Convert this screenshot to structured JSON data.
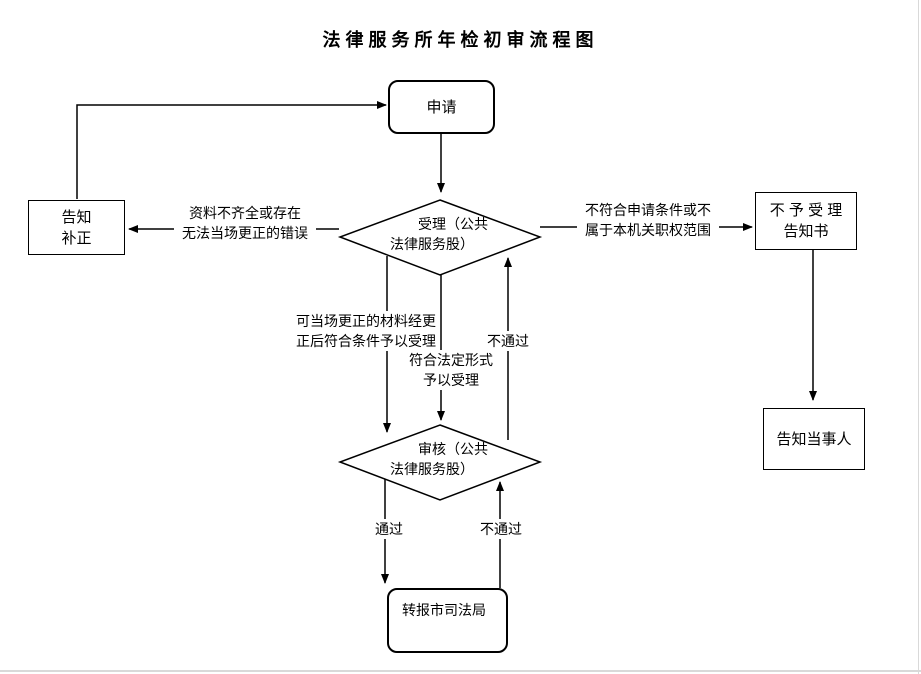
{
  "page": {
    "title": "法律服务所年检初审流程图"
  },
  "colors": {
    "line": "#000000",
    "background": "#ffffff",
    "page_edge": "#d9d9d9"
  },
  "nodes": {
    "apply": {
      "label": "申请"
    },
    "accept": {
      "line1": "受理（公共",
      "line2": "法律服务股）"
    },
    "notify_correct": {
      "line1": "告知",
      "line2": "补正"
    },
    "refuse_notice": {
      "line1": "不 予 受 理",
      "line2": "告知书"
    },
    "inform_party": {
      "label": "告知当事人"
    },
    "review": {
      "line1": "审核（公共",
      "line2": "法律服务股）"
    },
    "forward": {
      "label": "转报市司法局"
    }
  },
  "edge_labels": {
    "incomplete": {
      "line1": "资料不齐全或存在",
      "line2": "无法当场更正的错误"
    },
    "not_qualified": {
      "line1": "不符合申请条件或不",
      "line2": "属于本机关职权范围"
    },
    "correctable": {
      "line1": "可当场更正的材料经更",
      "line2": "正后符合条件予以受理"
    },
    "legal_form": {
      "line1": "符合法定形式",
      "line2": "予以受理"
    },
    "fail_upper": "不通过",
    "pass": "通过",
    "fail_lower": "不通过"
  }
}
